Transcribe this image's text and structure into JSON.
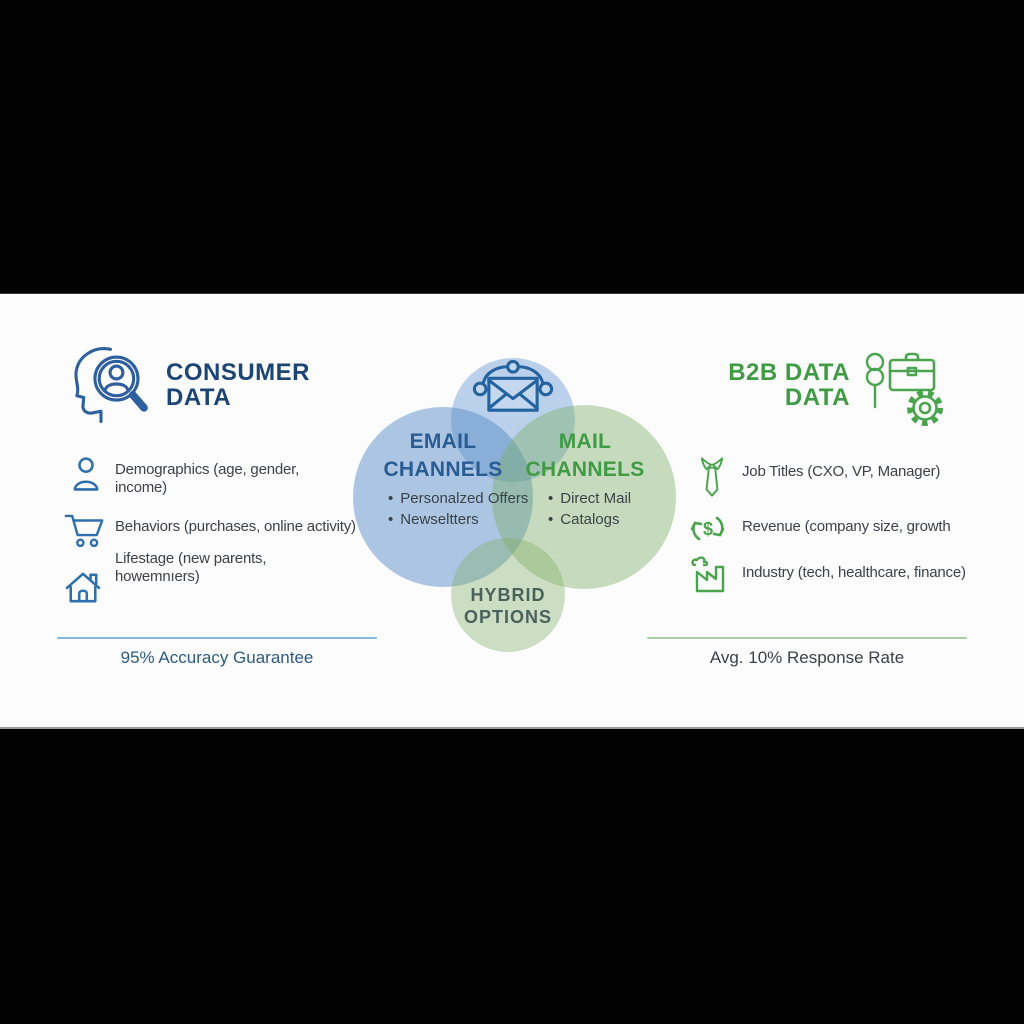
{
  "consumer": {
    "title_line1": "CONSUMER",
    "title_line2": "DATA",
    "accent_color": "#1d4574",
    "icon_color": "#2e6fad",
    "divider_color": "#88b3d8",
    "items": [
      {
        "icon": "person-icon",
        "text": "Demographics (age, gender, income)"
      },
      {
        "icon": "cart-icon",
        "text": "Behaviors (purchases, online activity)"
      },
      {
        "icon": "house-icon",
        "text": "Lifestage (new parents, howemnıers)"
      }
    ],
    "footer": "95% Accuracy Guarantee"
  },
  "venn": {
    "bullet_char": "•",
    "top_circle_color": "#bdd3ec",
    "top_icon": "email-network-icon",
    "email": {
      "title_line1": "EMAIL",
      "title_line2": "CHANNELS",
      "color": "#2a5c94",
      "circle_color": "#adc6e4",
      "bullets": [
        "Personalzed Offers",
        "Newseltters"
      ]
    },
    "mail": {
      "title_line1": "MAIL",
      "title_line2": "CHANNELS",
      "color": "#3f9b44",
      "circle_color": "#c9debe",
      "bullets": [
        "Direct Mail",
        "Catalogs"
      ]
    },
    "hybrid": {
      "title_line1": "HYBRID",
      "title_line2": "OPTIONS",
      "color": "#4a625c",
      "circle_color": "#cde1c3"
    }
  },
  "b2b": {
    "title_line1": "B2B DATA",
    "title_line2": "DATA",
    "accent_color": "#3f9b44",
    "icon_color": "#4aa44e",
    "divider_color": "#a8cfa3",
    "revenue_symbol": "$",
    "items": [
      {
        "icon": "tie-icon",
        "text": "Job Titles (CXO, VP, Manager)"
      },
      {
        "icon": "revenue-cycle-icon",
        "text": "Revenue (company size, growth"
      },
      {
        "icon": "factory-icon",
        "text": "Industry (tech, healthcare, finance)"
      }
    ],
    "footer": "Avg. 10% Response Rate"
  }
}
